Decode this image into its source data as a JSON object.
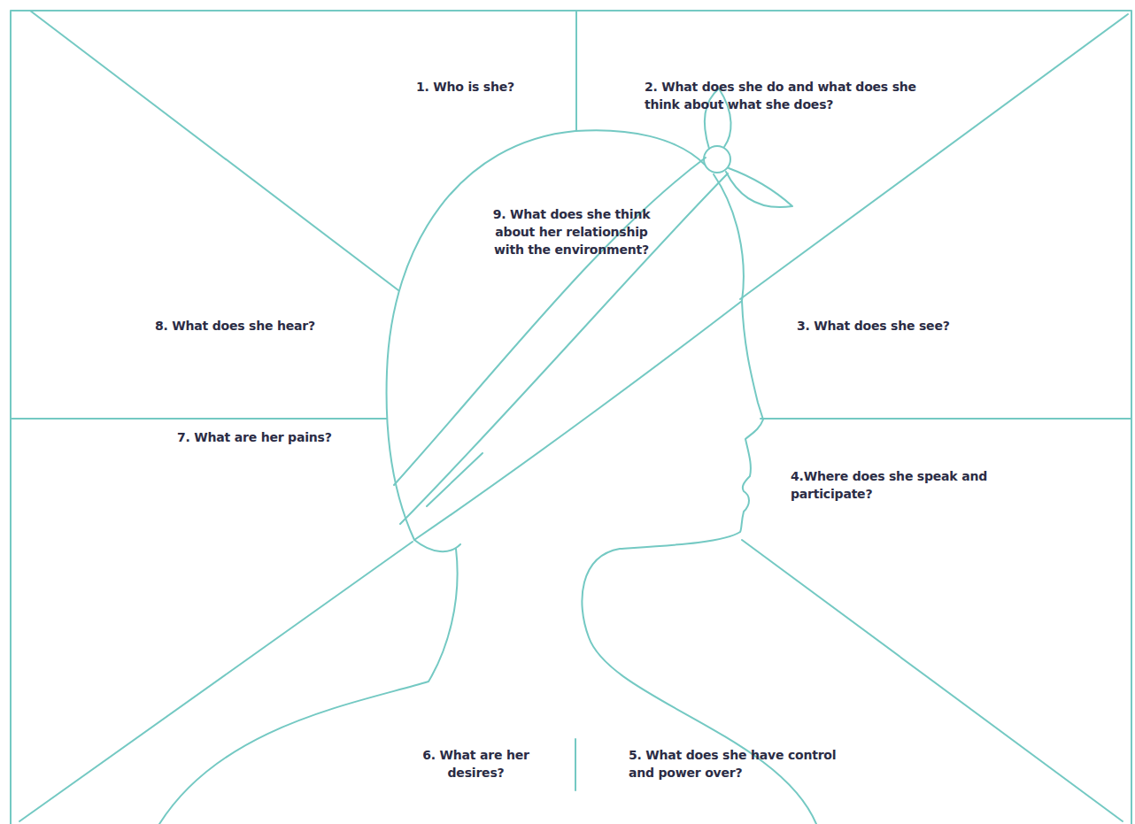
{
  "diagram": {
    "labels": [
      "1. Who is she?",
      "2. What does she do and what does she think about what she does?",
      "3. What does she see?",
      "4.Where does she speak and participate?",
      "5. What does she have control and power over?",
      "6. What are her desires?",
      "7. What are her pains?",
      "8. What does she hear?",
      "9. What does she think about her relationship with the environment?"
    ]
  }
}
